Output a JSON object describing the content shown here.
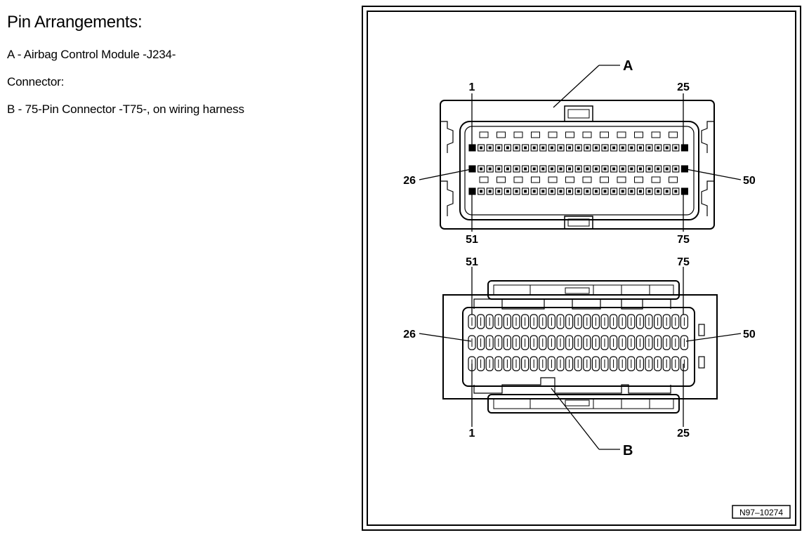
{
  "text": {
    "heading": "Pin Arrangements:",
    "line_a": "A - Airbag Control Module -J234-",
    "line_connector": "Connector:",
    "line_b": "B - 75-Pin Connector -T75-, on wiring harness"
  },
  "diagram": {
    "label_a": "A",
    "label_b": "B",
    "ref_code": "N97–10274",
    "a_pin_labels": {
      "p1": "1",
      "p25": "25",
      "p26": "26",
      "p50": "50",
      "p51": "51",
      "p75": "75"
    },
    "b_pin_labels": {
      "p51": "51",
      "p75": "75",
      "p26": "26",
      "p50": "50",
      "p1": "1",
      "p25": "25"
    },
    "pins_per_row": 25,
    "rows": 3,
    "line_color": "#000000",
    "background_color": "#ffffff"
  }
}
